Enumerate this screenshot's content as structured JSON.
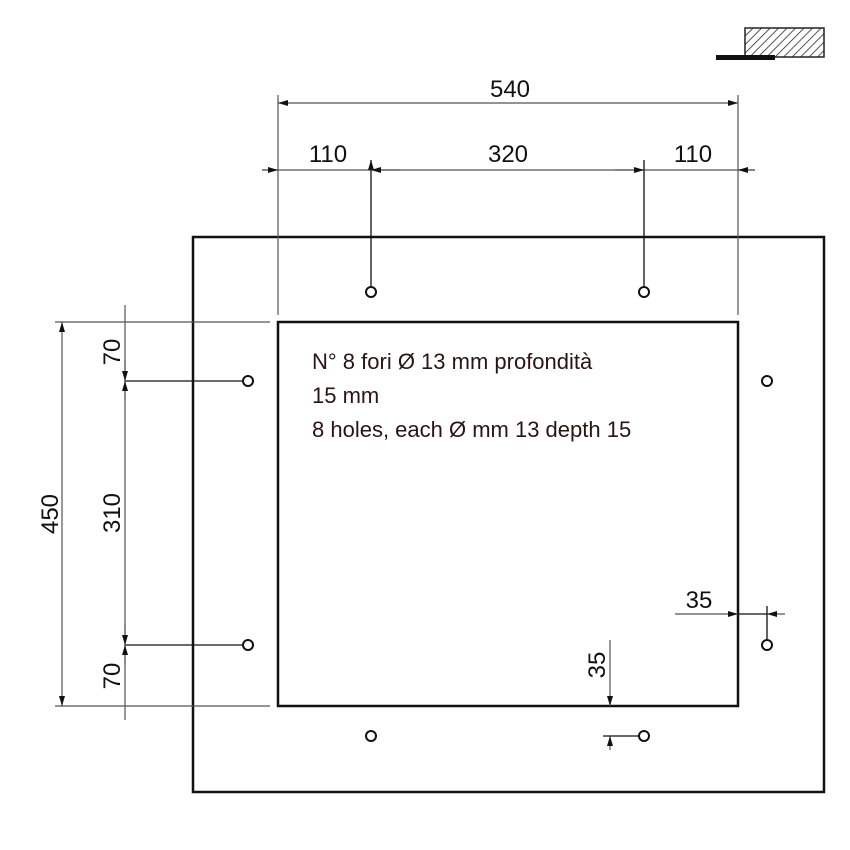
{
  "drawing": {
    "dimensions": {
      "overall_width": "540",
      "left_offset": "110",
      "hole_spacing_x": "320",
      "right_offset": "110",
      "overall_height": "450",
      "top_offset": "70",
      "hole_spacing_y": "310",
      "bottom_offset": "70",
      "edge_offset_x": "35",
      "edge_offset_y": "35"
    },
    "note": {
      "line1": "N° 8 fori Ø 13 mm profondità",
      "line2": "15 mm",
      "line3": "8 holes, each Ø mm 13 depth 15"
    },
    "hole_count": 8
  }
}
